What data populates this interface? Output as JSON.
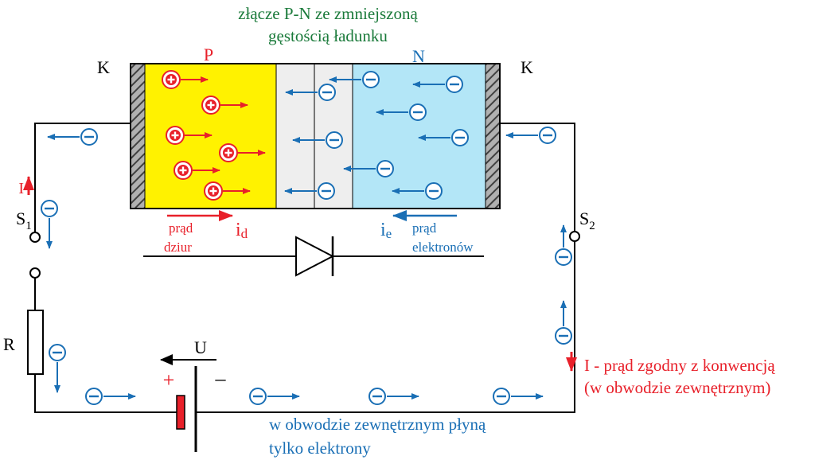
{
  "title": {
    "line1": "złącze P-N ze zmniejszoną",
    "line2": "gęstością ładunku",
    "color": "#1a7a3a"
  },
  "labels": {
    "p_region": "P",
    "n_region": "N",
    "contact_left": "K",
    "contact_right": "K",
    "switch_left": "S",
    "switch_left_sub": "1",
    "switch_right": "S",
    "switch_right_sub": "2",
    "resistor": "R",
    "voltage": "U",
    "plus_sign": "+",
    "minus_sign": "–",
    "current": "I",
    "hole_current_line1": "prąd",
    "hole_current_line2": "dziur",
    "hole_current_symbol": "i",
    "hole_current_sub": "d",
    "electron_current_line1": "prąd",
    "electron_current_line2": "elektronów",
    "electron_current_symbol": "i",
    "electron_current_sub": "e",
    "conventional_current_line1": "I - prąd zgodny z konwencją",
    "conventional_current_line2": "(w obwodzie zewnętrznym)",
    "electrons_only_line1": "w obwodzie zewnętrznym płyną",
    "electrons_only_line2": "tylko elektrony"
  },
  "colors": {
    "red": "#e8202a",
    "blue": "#1a6fb5",
    "p_fill": "#fff200",
    "n_fill": "#b3e6f7",
    "depletion_fill": "#eeeeee",
    "wire": "#000000"
  },
  "icons": {
    "hole": "plus-circle-icon",
    "electron": "minus-circle-icon",
    "diode": "diode-symbol-icon",
    "battery": "battery-symbol-icon",
    "resistor": "resistor-symbol-icon"
  }
}
